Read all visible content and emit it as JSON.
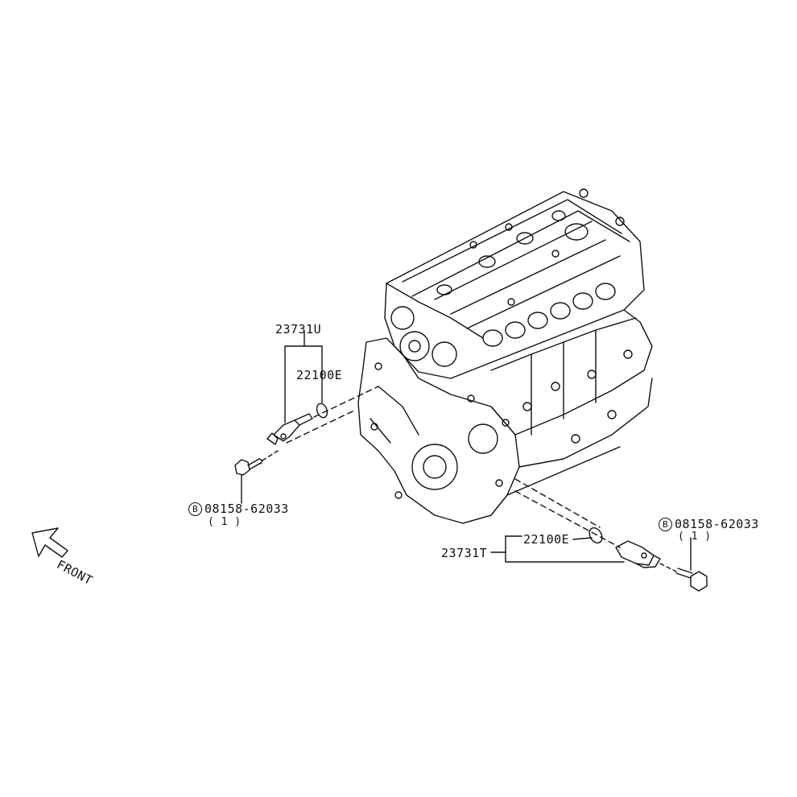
{
  "front_arrow": {
    "label": "FRONT"
  },
  "callouts": {
    "sensor_upper": "23731U",
    "seal_upper": "22100E",
    "sensor_lower": "23731T",
    "seal_lower": "22100E",
    "bolt_left": {
      "symbol": "B",
      "part": "08158-62033",
      "qty": "( 1 )"
    },
    "bolt_right": {
      "symbol": "B",
      "part": "08158-62033",
      "qty": "( 1 )"
    }
  }
}
